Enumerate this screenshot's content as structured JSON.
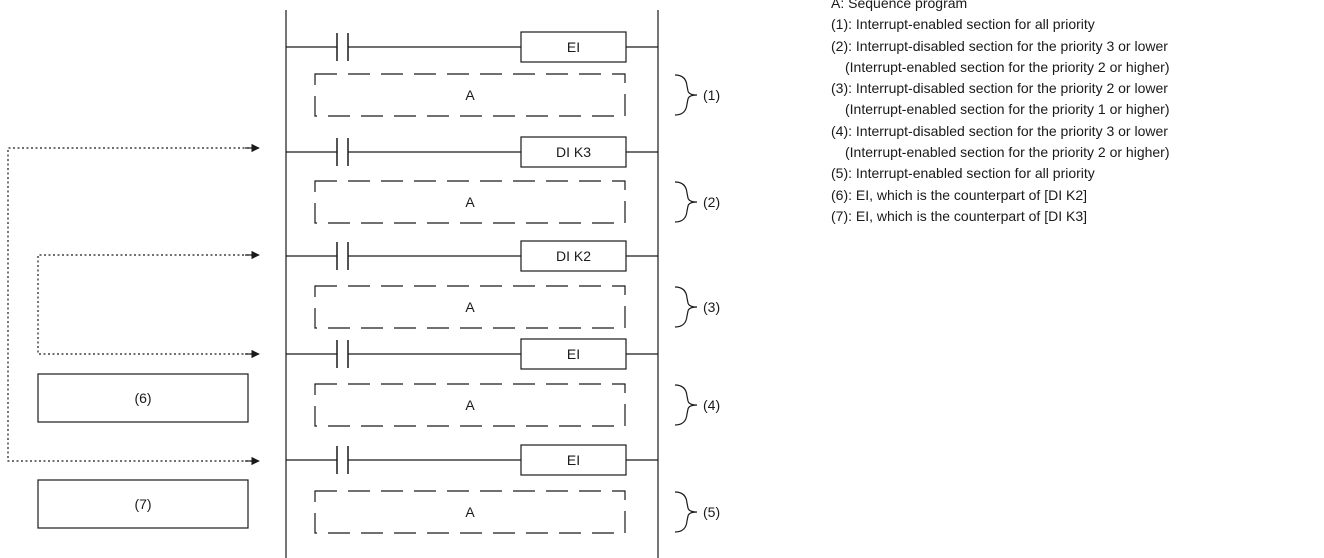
{
  "rungs": [
    {
      "coil": "EI"
    },
    {
      "coil": "DI K3"
    },
    {
      "coil": "DI K2"
    },
    {
      "coil": "EI"
    },
    {
      "coil": "EI"
    }
  ],
  "sections": [
    {
      "label": "A",
      "ref": "(1)"
    },
    {
      "label": "A",
      "ref": "(2)"
    },
    {
      "label": "A",
      "ref": "(3)"
    },
    {
      "label": "A",
      "ref": "(4)"
    },
    {
      "label": "A",
      "ref": "(5)"
    }
  ],
  "callouts": [
    {
      "label": "(6)"
    },
    {
      "label": "(7)"
    }
  ],
  "legend": [
    {
      "text": "A: Sequence program"
    },
    {
      "text": "(1): Interrupt-enabled section for all priority"
    },
    {
      "text": "(2): Interrupt-disabled section for the priority 3 or lower"
    },
    {
      "text": "(Interrupt-enabled section for the priority 2 or higher)",
      "note": true
    },
    {
      "text": "(3): Interrupt-disabled section for the priority 2 or lower"
    },
    {
      "text": "(Interrupt-enabled section for the priority 1 or higher)",
      "note": true
    },
    {
      "text": "(4): Interrupt-disabled section for the priority 3 or lower"
    },
    {
      "text": "(Interrupt-enabled section for the priority 2 or higher)",
      "note": true
    },
    {
      "text": "(5): Interrupt-enabled section for all priority"
    },
    {
      "text": "(6): EI, which is the counterpart of [DI K2]"
    },
    {
      "text": "(7): EI, which is the counterpart of [DI K3]"
    }
  ]
}
